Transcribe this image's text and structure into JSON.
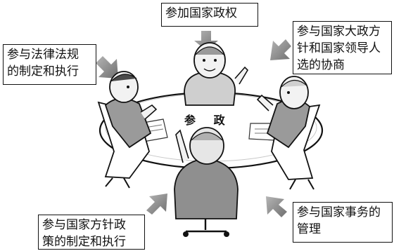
{
  "center_label": "参 政",
  "labels": {
    "top": "参加国家政权",
    "left": "参与法律法规\n的制定和执行",
    "right": "参与国家大政方\n针和国家领导人\n选的协商",
    "bottom_left": "参与国家方针政\n策的制定和执行",
    "bottom_right": "参与国家事务的\n管理"
  }
}
